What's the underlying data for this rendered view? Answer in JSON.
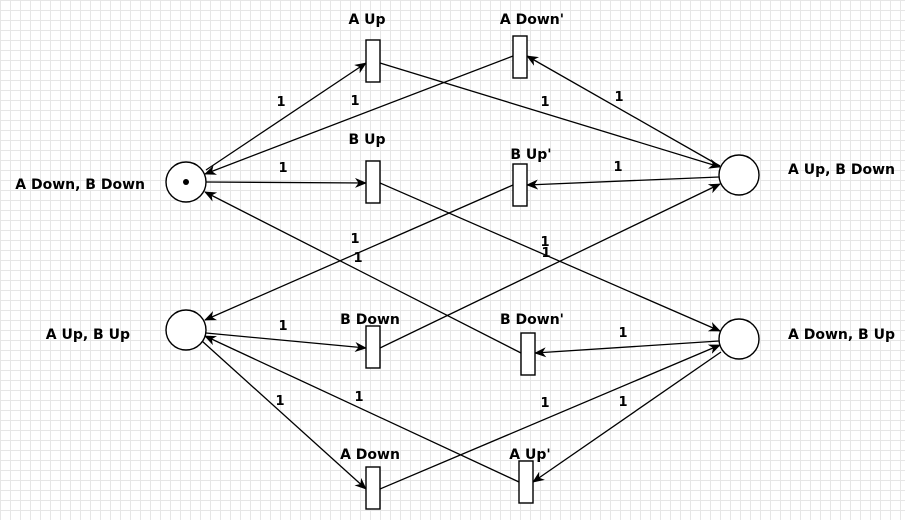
{
  "places": [
    {
      "id": "p_ad_bd",
      "label": "A Down, B Down",
      "tokens": 1
    },
    {
      "id": "p_au_bd",
      "label": "A Up, B Down",
      "tokens": 0
    },
    {
      "id": "p_au_bu",
      "label": "A Up, B Up",
      "tokens": 0
    },
    {
      "id": "p_ad_bu",
      "label": "A Down, B Up",
      "tokens": 0
    }
  ],
  "transitions": [
    {
      "id": "t_a_up",
      "label": "A Up"
    },
    {
      "id": "t_a_down_p",
      "label": "A Down'"
    },
    {
      "id": "t_b_up",
      "label": "B Up"
    },
    {
      "id": "t_b_up_p",
      "label": "B Up'"
    },
    {
      "id": "t_b_down",
      "label": "B Down"
    },
    {
      "id": "t_b_down_p",
      "label": "B Down'"
    },
    {
      "id": "t_a_down",
      "label": "A Down"
    },
    {
      "id": "t_a_up_p",
      "label": "A Up'"
    }
  ],
  "arcs": [
    {
      "from": "p_ad_bd",
      "to": "t_a_up",
      "weight": "1"
    },
    {
      "from": "t_a_up",
      "to": "p_au_bd",
      "weight": "1"
    },
    {
      "from": "p_au_bd",
      "to": "t_a_down_p",
      "weight": "1"
    },
    {
      "from": "t_a_down_p",
      "to": "p_ad_bd",
      "weight": "1"
    },
    {
      "from": "p_ad_bd",
      "to": "t_b_up",
      "weight": "1"
    },
    {
      "from": "t_b_up",
      "to": "p_ad_bu",
      "weight": "1"
    },
    {
      "from": "p_au_bd",
      "to": "t_b_up_p",
      "weight": "1"
    },
    {
      "from": "t_b_up_p",
      "to": "p_au_bu",
      "weight": "1"
    },
    {
      "from": "p_au_bu",
      "to": "t_b_down",
      "weight": "1"
    },
    {
      "from": "t_b_down",
      "to": "p_au_bd",
      "weight": "1"
    },
    {
      "from": "p_ad_bu",
      "to": "t_b_down_p",
      "weight": "1"
    },
    {
      "from": "t_b_down_p",
      "to": "p_ad_bd",
      "weight": "1"
    },
    {
      "from": "p_au_bu",
      "to": "t_a_down",
      "weight": "1"
    },
    {
      "from": "t_a_down",
      "to": "p_ad_bu",
      "weight": "1"
    },
    {
      "from": "p_ad_bu",
      "to": "t_a_up_p",
      "weight": "1"
    },
    {
      "from": "t_a_up_p",
      "to": "p_au_bu",
      "weight": "1"
    }
  ]
}
